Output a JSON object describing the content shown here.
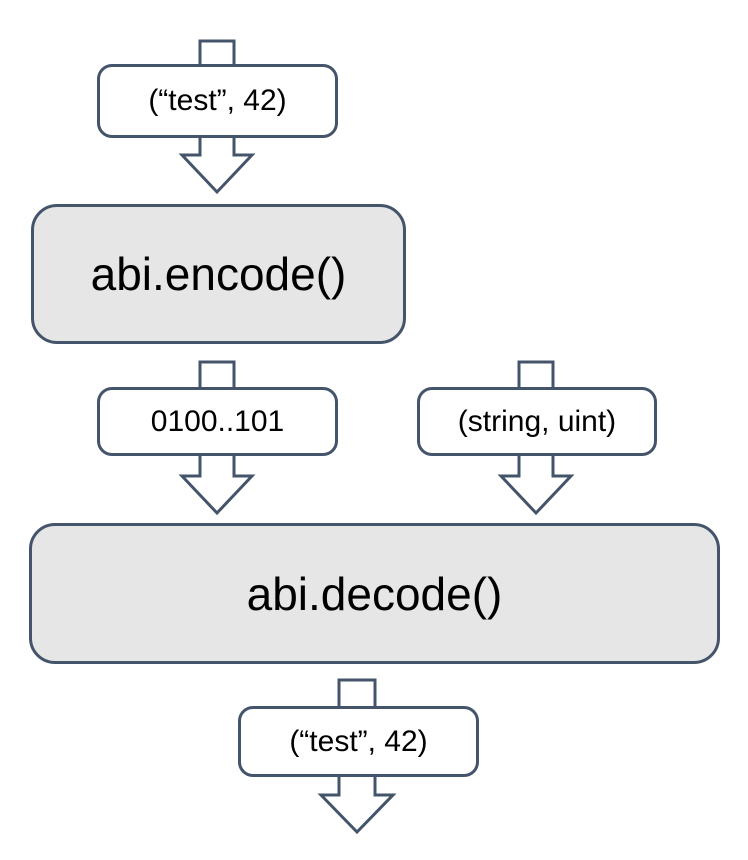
{
  "colors": {
    "canvas_bg": "#ffffff",
    "outline": "#44546a",
    "process_fill": "#e7e6e6",
    "label_fill": "#ffffff",
    "text": "#000000"
  },
  "diagram": {
    "nodes": {
      "input": "(“test”, 42)",
      "encode": "abi.encode()",
      "encoded_bytes": "0100..101",
      "type_spec": "(string, uint)",
      "decode": "abi.decode()",
      "output": "(“test”, 42)"
    },
    "edges": [
      {
        "from": "input",
        "to": "encode"
      },
      {
        "from": "encode",
        "to": "decode",
        "via": "encoded_bytes"
      },
      {
        "from": "type_spec",
        "to": "decode"
      },
      {
        "from": "decode",
        "to": "output"
      }
    ]
  }
}
